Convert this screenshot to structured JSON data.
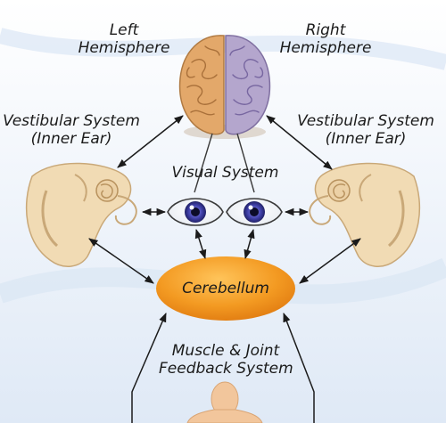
{
  "labels": {
    "left_hemisphere": [
      "Left",
      "Hemisphere"
    ],
    "right_hemisphere": [
      "Right",
      "Hemisphere"
    ],
    "vestibular_left": [
      "Vestibular System",
      "(Inner Ear)"
    ],
    "vestibular_right": [
      "Vestibular System",
      "(Inner Ear)"
    ],
    "visual_system": "Visual System",
    "cerebellum": "Cerebellum",
    "muscle_joint": [
      "Muscle & Joint",
      "Feedback System"
    ]
  },
  "colors": {
    "background": "#f4f8fd",
    "left_hemisphere": "#e3a86a",
    "right_hemisphere": "#b4a6cd",
    "cerebellum_fill": "#f08a1c",
    "ear_fill": "#f1dbb4",
    "iris": "#3a3a9e",
    "body_fill": "#f2c69c",
    "arrow": "#1b1b1b"
  },
  "icons": [
    "brain-icon",
    "ear-icon",
    "eye-icon",
    "person-icon"
  ]
}
